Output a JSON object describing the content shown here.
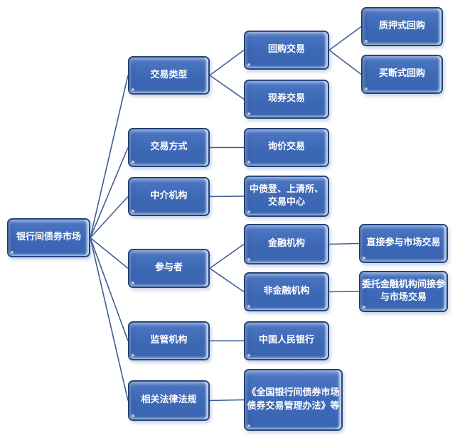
{
  "diagram_type": "tree",
  "colors": {
    "node_fill": "#3c68b6",
    "node_fill_highlight": "#6e92d2",
    "node_border": "#1f3e74",
    "node_text": "#ffffff",
    "connector": "#3e5e92",
    "background": "#ffffff"
  },
  "tree": {
    "label": "银行间债券市场",
    "children": [
      {
        "label": "交易类型",
        "children": [
          {
            "label": "回购交易",
            "children": [
              {
                "label": "质押式回购"
              },
              {
                "label": "买断式回购"
              }
            ]
          },
          {
            "label": "现券交易"
          }
        ]
      },
      {
        "label": "交易方式",
        "children": [
          {
            "label": "询价交易"
          }
        ]
      },
      {
        "label": "中介机构",
        "children": [
          {
            "label": "中债登、上清所、交易中心"
          }
        ]
      },
      {
        "label": "参与者",
        "children": [
          {
            "label": "金融机构",
            "children": [
              {
                "label": "直接参与市场交易"
              }
            ]
          },
          {
            "label": "非金融机构",
            "children": [
              {
                "label": "委托金融机构间接参与市场交易"
              }
            ]
          }
        ]
      },
      {
        "label": "监管机构",
        "children": [
          {
            "label": "中国人民银行"
          }
        ]
      },
      {
        "label": "相关法律法规",
        "children": [
          {
            "label": "《全国银行间债券市场债券交易管理办法》等"
          }
        ]
      }
    ]
  }
}
